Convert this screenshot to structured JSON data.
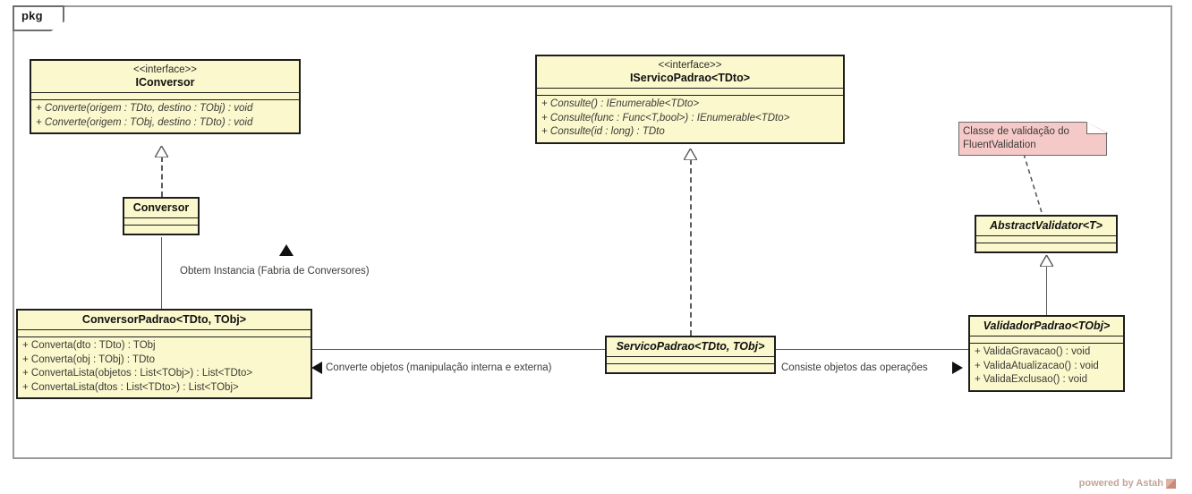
{
  "diagram": {
    "package_label": "pkg",
    "watermark": "powered by Astah"
  },
  "classes": {
    "iconversor": {
      "stereotype": "<<interface>>",
      "name": "IConversor",
      "operations": [
        "+ Converte(origem : TDto, destino : TObj) : void",
        "+ Converte(origem : TObj, destino : TDto) : void"
      ]
    },
    "iservicopadrao": {
      "stereotype": "<<interface>>",
      "name": "IServicoPadrao<TDto>",
      "operations": [
        "+ Consulte() : IEnumerable<TDto>",
        "+ Consulte(func : Func<T,bool>) : IEnumerable<TDto>",
        "+ Consulte(id : long) : TDto"
      ]
    },
    "conversor": {
      "name": "Conversor",
      "operations": []
    },
    "conversorpadrao": {
      "name": "ConversorPadrao<TDto, TObj>",
      "operations": [
        "+ Converta(dto : TDto) : TObj",
        "+ Converta(obj : TObj) : TDto",
        "+ ConvertaLista(objetos : List<TObj>) : List<TDto>",
        "+ ConvertaLista(dtos : List<TDto>) : List<TObj>"
      ]
    },
    "servicopadrao": {
      "name": "ServicoPadrao<TDto, TObj>",
      "operations": []
    },
    "abstractvalidator": {
      "name": "AbstractValidator<T>",
      "operations": []
    },
    "validadorpadrao": {
      "name": "ValidadorPadrao<TObj>",
      "operations": [
        "+ ValidaGravacao() : void",
        "+ ValidaAtualizacao() : void",
        "+ ValidaExclusao() : void"
      ]
    }
  },
  "note": {
    "line1": "Classe de validação do",
    "line2": "FluentValidation"
  },
  "edge_labels": {
    "obtem_instancia": "Obtem Instancia (Fabria de Conversores)",
    "converte_objetos": "Converte objetos (manipulação interna e externa)",
    "consiste_objetos": "Consiste objetos das operações"
  },
  "colors": {
    "class_fill": "#fbf8cd",
    "note_fill": "#f6c9c9",
    "border": "#1d1d1d",
    "line": "#5a5a5a"
  }
}
